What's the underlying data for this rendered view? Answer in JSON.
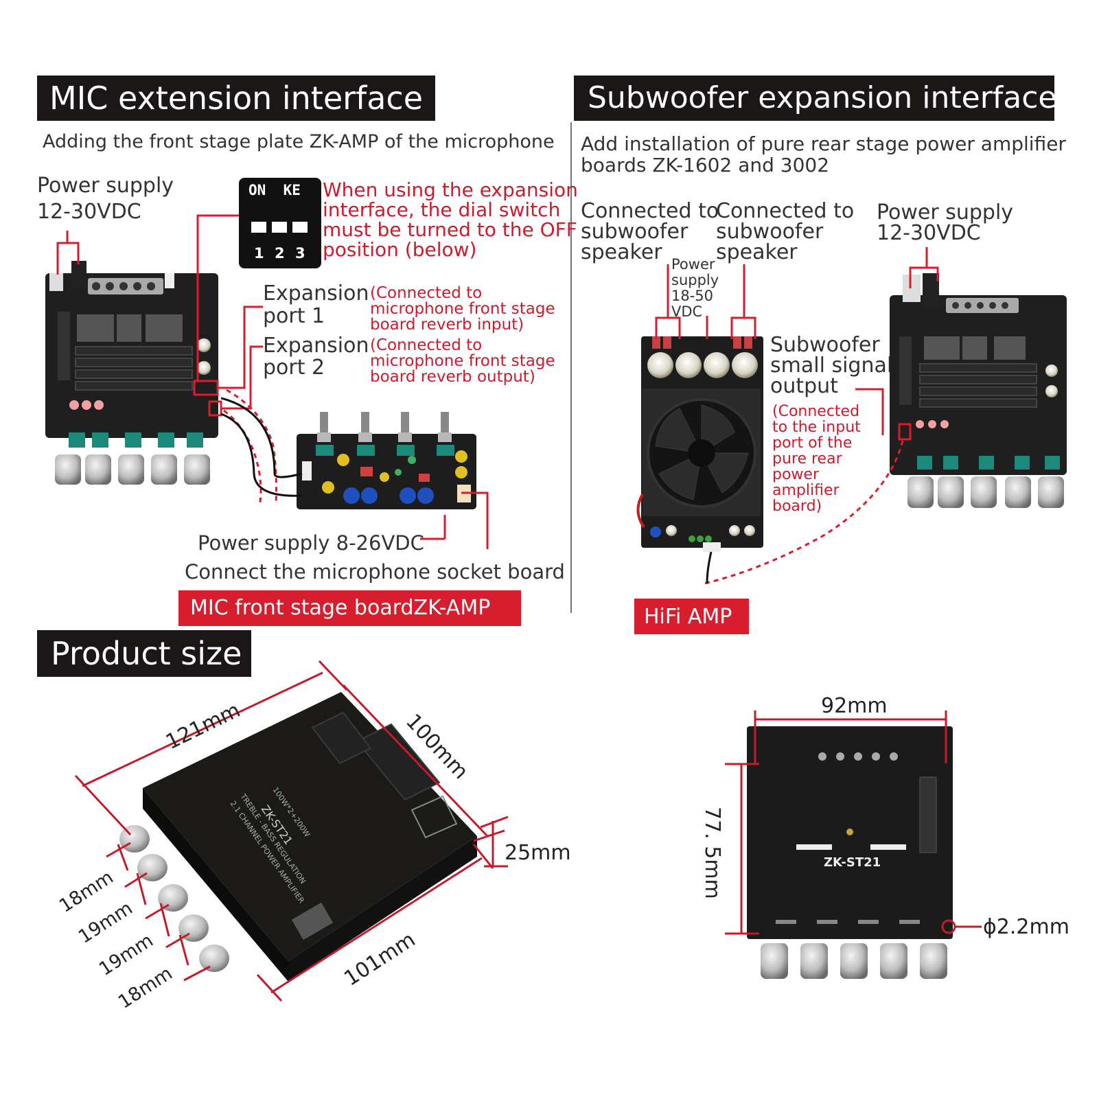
{
  "colors": {
    "accent_red": "#d81e2e",
    "header_bg": "#1c1717",
    "pcb_black": "#1a1a1a",
    "knob_silver": "#c8c8c8"
  },
  "mic": {
    "title": "MIC extension interface",
    "subtitle": "Adding the front stage plate ZK-AMP of the microphone",
    "power_label": [
      "Power supply",
      "12-30VDC"
    ],
    "dip": {
      "top_labels": "ON  KE",
      "numbers": [
        "1",
        "2",
        "3"
      ]
    },
    "warning": [
      "When using the expansion",
      "interface, the dial switch",
      "must be turned to the OFF",
      "position (below)"
    ],
    "port1": {
      "label": [
        "Expansion",
        "port 1"
      ],
      "note": [
        "(Connected to",
        "microphone front stage",
        "board reverb input)"
      ]
    },
    "port2": {
      "label": [
        "Expansion",
        "port 2"
      ],
      "note": [
        "(Connected to",
        "microphone front stage",
        "board reverb output)"
      ]
    },
    "power_zkamp": "Power supply 8-26VDC",
    "socket": "Connect the microphone socket board",
    "badge": "MIC front stage boardZK-AMP"
  },
  "sub": {
    "title": "Subwoofer expansion interface",
    "subtitle": [
      "Add installation of pure rear stage power amplifier",
      "boards ZK-1602 and 3002"
    ],
    "conn_left": [
      "Connected to",
      "subwoofer",
      "speaker"
    ],
    "conn_right": [
      "Connected to",
      "subwoofer",
      "speaker"
    ],
    "power_amp": [
      "Power",
      "supply",
      "18-50",
      "VDC"
    ],
    "power_board": [
      "Power supply",
      "12-30VDC"
    ],
    "signal": [
      "Subwoofer",
      "small signal",
      "output"
    ],
    "signal_note": [
      "(Connected",
      "to the input",
      "port of the",
      "pure rear",
      "power",
      "amplifier",
      "board)"
    ],
    "badge": "HiFi AMP"
  },
  "size": {
    "title": "Product size",
    "d121": "121mm",
    "d100": "100mm",
    "d25": "25mm",
    "d101": "101mm",
    "k1": "18mm",
    "k2": "19mm",
    "k3": "19mm",
    "k4": "18mm",
    "d92": "92mm",
    "d77": "77. 5mm",
    "hole": "ϕ2.2mm",
    "model": "ZK-ST21",
    "silk": [
      "TREBLE - BASS REGULATION",
      "2.1 CHANNEL POWER AMPLIFIER",
      "100W*2+200W"
    ]
  }
}
